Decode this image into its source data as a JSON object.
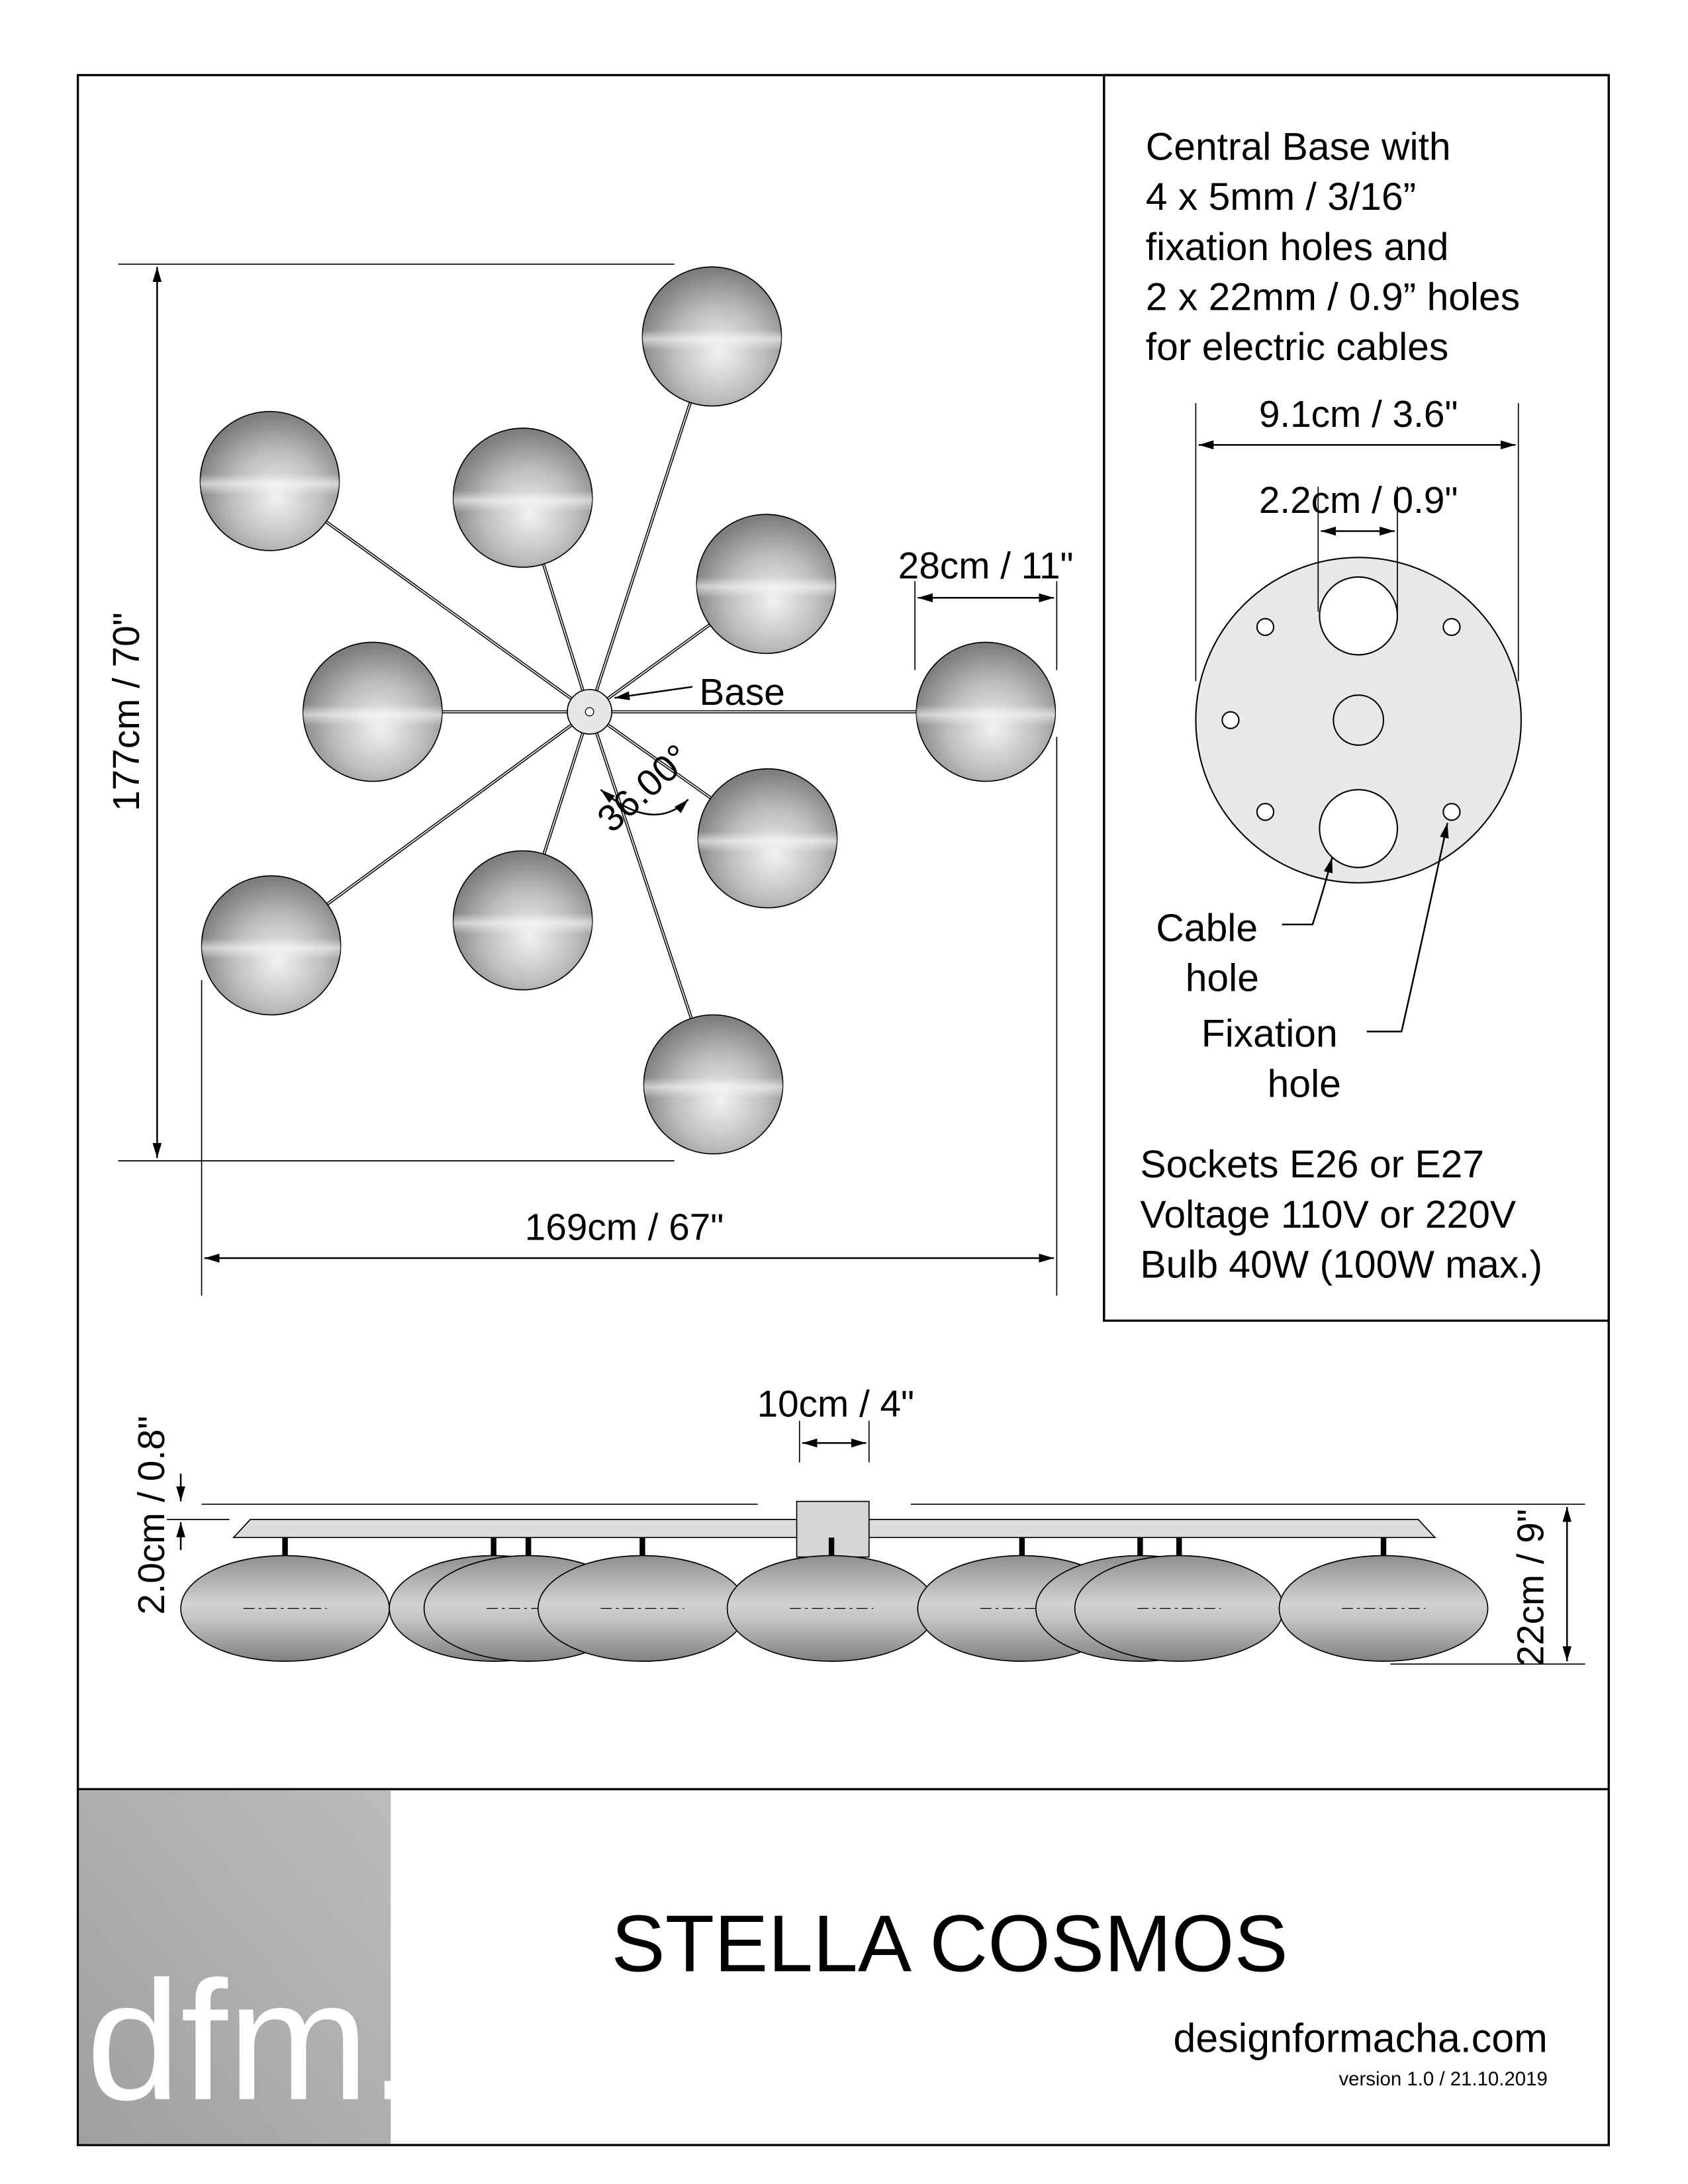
{
  "plan_view": {
    "height_dim": "177cm / 70\"",
    "width_dim": "169cm / 67\"",
    "globe_dim": "28cm / 11\"",
    "base_label": "Base",
    "angle_dim": "36.00°"
  },
  "base_detail": {
    "description_lines": [
      "Central Base with",
      "4 x 5mm / 3/16”",
      "fixation holes and",
      "2 x 22mm / 0.9” holes",
      "for electric cables"
    ],
    "diameter_dim": "9.1cm / 3.6\"",
    "hole_dim": "2.2cm / 0.9\"",
    "cable_hole_label": [
      "Cable",
      "hole"
    ],
    "fixation_hole_label": [
      "Fixation",
      "hole"
    ]
  },
  "specs": [
    "Sockets E26 or E27",
    "Voltage 110V or 220V",
    "Bulb 40W (100W max.)"
  ],
  "side_view": {
    "base_width_dim": "10cm / 4\"",
    "plate_dim": "2.0cm / 0.8\"",
    "height_dim": "22cm / 9\""
  },
  "title_block": {
    "logo": "dfm.",
    "product_name": "STELLA COSMOS",
    "website": "designformacha.com",
    "version": "version 1.0 / 21.10.2019"
  },
  "colors": {
    "logo_bg": "#a8a8a8",
    "globe": "#9a9a9a"
  }
}
